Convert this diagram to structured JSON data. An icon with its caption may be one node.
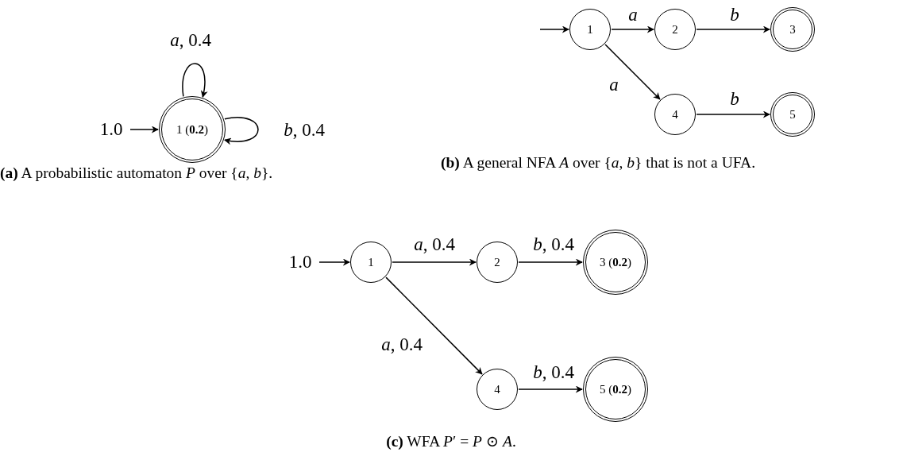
{
  "diagram": {
    "nodes": [
      {
        "text": [
          "1.0"
        ]
      },
      {
        "text": [
          "1 (**0.2**)"
        ]
      },
      {
        "text": [
          "1"
        ]
      },
      {
        "text": [
          "2"
        ]
      },
      {
        "text": [
          "3"
        ]
      },
      {
        "text": [
          "4"
        ]
      },
      {
        "text": [
          "5"
        ]
      },
      {
        "text": [
          "1.0"
        ]
      },
      {
        "text": [
          "1"
        ]
      },
      {
        "text": [
          "2"
        ]
      },
      {
        "text": [
          "3 (**0.2**)"
        ]
      },
      {
        "text": [
          "4"
        ]
      },
      {
        "text": [
          "5 (**0.2**)"
        ]
      }
    ],
    "edges": [
      {
        "from": 0,
        "to": 1,
        "arrow": "to"
      },
      {
        "from": 1,
        "to": 1,
        "arrow": "to",
        "label": "*a*, 0.4"
      },
      {
        "from": 1,
        "to": 1,
        "arrow": "to",
        "label": "*b*, 0.4"
      },
      {
        "from": null,
        "to": 2,
        "arrow": "to"
      },
      {
        "from": 2,
        "to": 3,
        "arrow": "to",
        "label": "*a*"
      },
      {
        "from": 3,
        "to": 4,
        "arrow": "to",
        "label": "*b*"
      },
      {
        "from": 2,
        "to": 5,
        "arrow": "to",
        "label": "*a*"
      },
      {
        "from": 5,
        "to": 6,
        "arrow": "to",
        "label": "*b*"
      },
      {
        "from": 7,
        "to": 8,
        "arrow": "to"
      },
      {
        "from": 8,
        "to": 9,
        "arrow": "to",
        "label": "*a*, 0.4"
      },
      {
        "from": 9,
        "to": 10,
        "arrow": "to",
        "label": "*b*, 0.4"
      },
      {
        "from": 8,
        "to": 11,
        "arrow": "to",
        "label": "*a*, 0.4"
      },
      {
        "from": 11,
        "to": 12,
        "arrow": "to",
        "label": "*b*, 0.4"
      }
    ],
    "labels": [
      "**(b)** A general NFA *A* over {*a*, *b*} that is not a UFA.",
      "**(a)** A probabilistic automaton *P* over {*a*, *b*}.",
      "**(c)** WFA *P*′ = *P* ⊙ *A*."
    ]
  }
}
